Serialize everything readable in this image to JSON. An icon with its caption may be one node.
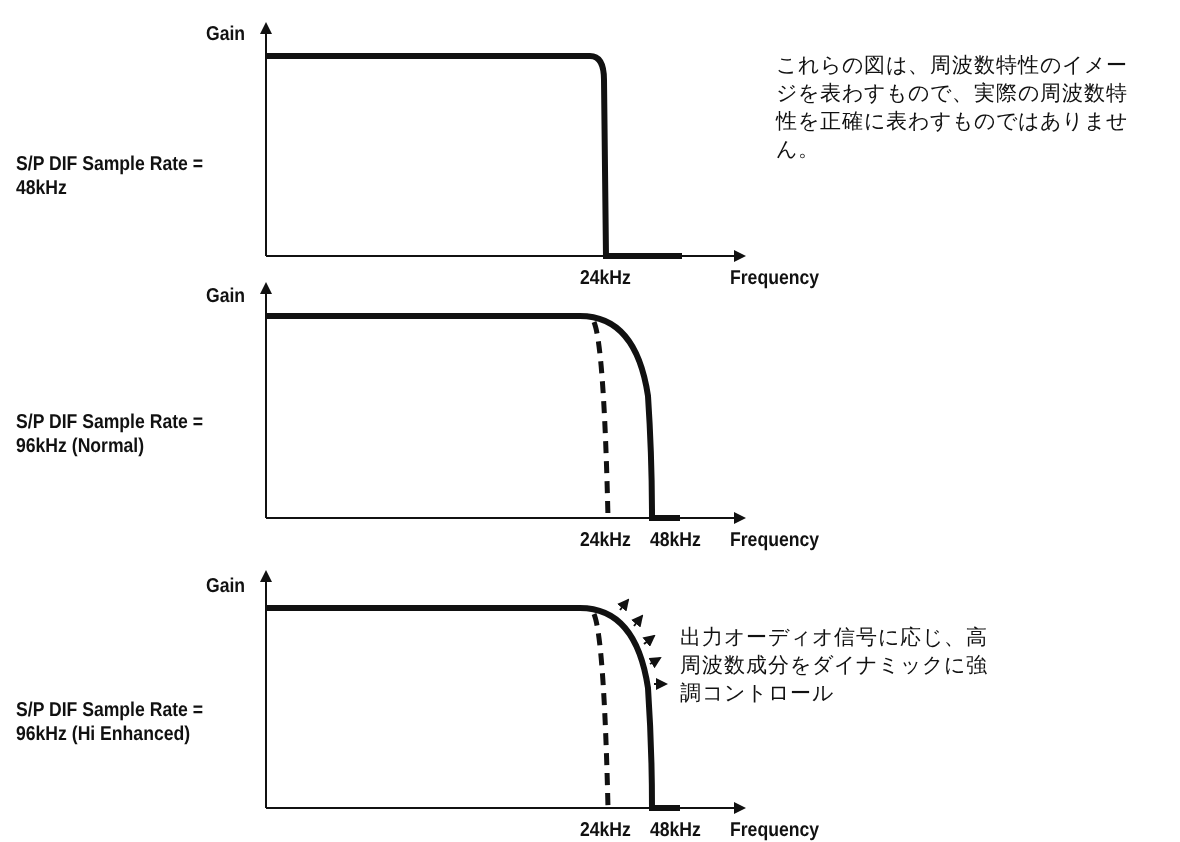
{
  "diagram": {
    "labels": [
      "Gain",
      "これらの図は、周波数特性のイメージを表わすもので、実際の周波数特性を正確に表わすものではありません。",
      "S/P DIF Sample Rate = 48kHz",
      "24kHz",
      "Frequency",
      "Gain",
      "S/P DIF Sample Rate = 96kHz (Normal)",
      "24kHz",
      "48kHz",
      "Frequency",
      "Gain",
      "出力オーディオ信号に応じ、高周波数成分をダイナミックに強調コントロール",
      "S/P DIF Sample Rate = 96kHz (Hi Enhanced)",
      "24kHz",
      "48kHz",
      "Frequency"
    ]
  }
}
